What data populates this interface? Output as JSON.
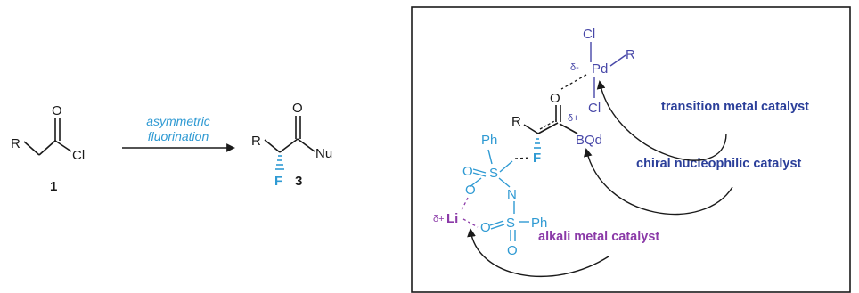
{
  "scheme": {
    "reactant": {
      "R": "R",
      "O": "O",
      "Cl": "Cl",
      "number": "1"
    },
    "arrow_label_line1": "asymmetric",
    "arrow_label_line2": "fluorination",
    "product": {
      "R": "R",
      "O": "O",
      "Nu": "Nu",
      "F": "F",
      "number": "3"
    }
  },
  "complex": {
    "Cl_top": "Cl",
    "R": "R",
    "delta_minus": "δ-",
    "Pd": "Pd",
    "Cl_bottom": "Cl",
    "O": "O",
    "R_enolate": "R",
    "delta_plus_BQd": "δ+",
    "BQd": "BQd",
    "F": "F",
    "Ph1": "Ph",
    "S1": "S",
    "O_S1": "O",
    "N": "N",
    "O_Li_top": "O",
    "delta_plus_Li": "δ+",
    "Li": "Li",
    "O_S2_left": "O",
    "S2": "S",
    "Ph2": "Ph",
    "O_S2_bottom": "O"
  },
  "labels": {
    "transition_metal": "transition metal catalyst",
    "chiral_nucleophilic": "chiral nucleophilic catalyst",
    "alkali_metal": "alkali metal catalyst"
  },
  "colors": {
    "blue": "#2f9ad3",
    "purple": "#8b3aa8",
    "indigo": "#4848a8",
    "navy": "#2b3f9a"
  }
}
